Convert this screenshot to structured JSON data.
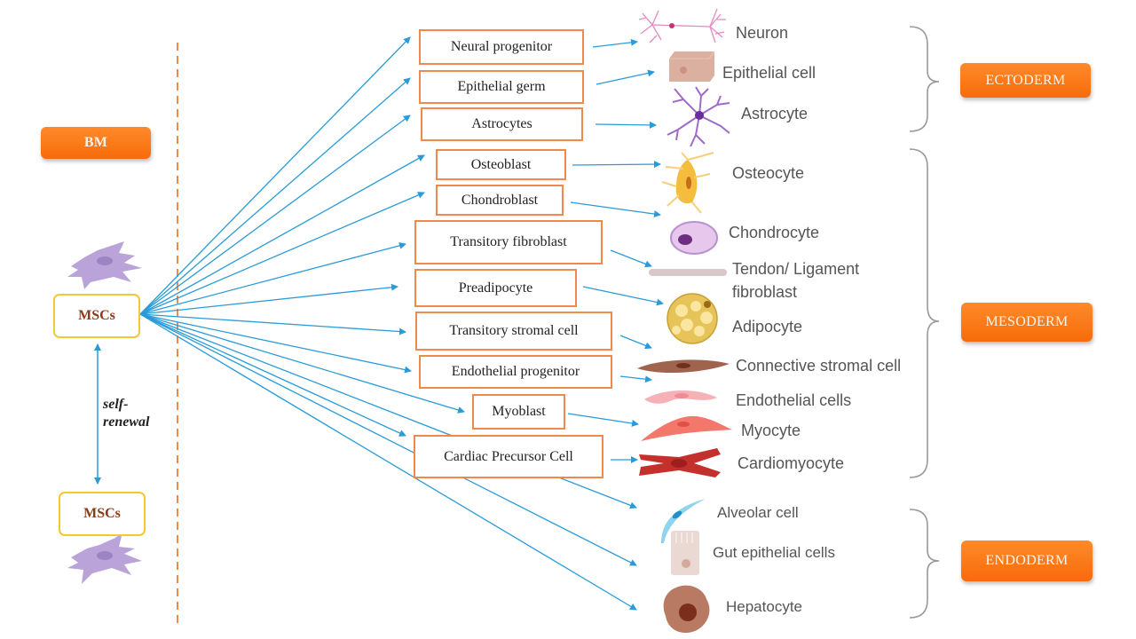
{
  "diagram": {
    "title": "MSC differentiation into germ layer lineages",
    "colors": {
      "arrow": "#2a9bd8",
      "badge": "#f97316",
      "progenitor_border": "#f08a4b",
      "msc_border": "#f2c933",
      "divider": "#f08a4b",
      "brace": "#999999"
    },
    "source_label": "BM",
    "msc_top_label": "MSCs",
    "msc_bottom_label": "MSCs",
    "self_renewal_line1": "self-",
    "self_renewal_line2": "renewal",
    "progenitors": [
      {
        "id": "neural-progenitor",
        "label": "Neural progenitor"
      },
      {
        "id": "epithelial-germ",
        "label": "Epithelial germ"
      },
      {
        "id": "astrocytes",
        "label": "Astrocytes"
      },
      {
        "id": "osteoblast",
        "label": "Osteoblast"
      },
      {
        "id": "chondroblast",
        "label": "Chondroblast"
      },
      {
        "id": "transitory-fibroblast",
        "label": "Transitory fibroblast"
      },
      {
        "id": "preadipocyte",
        "label": "Preadipocyte"
      },
      {
        "id": "transitory-stromal-cell",
        "label": "Transitory stromal cell"
      },
      {
        "id": "endothelial-progenitor",
        "label": "Endothelial progenitor"
      },
      {
        "id": "myoblast",
        "label": "Myoblast"
      },
      {
        "id": "cardiac-precursor-cell",
        "label": "Cardiac Precursor Cell"
      }
    ],
    "cells": [
      {
        "id": "neuron",
        "label": "Neuron",
        "icon": "neuron-icon",
        "layer": "ectoderm"
      },
      {
        "id": "epithelial-cell",
        "label": "Epithelial cell",
        "icon": "epithelial-cell-icon",
        "layer": "ectoderm"
      },
      {
        "id": "astrocyte",
        "label": "Astrocyte",
        "icon": "astrocyte-icon",
        "layer": "ectoderm"
      },
      {
        "id": "osteocyte",
        "label": "Osteocyte",
        "icon": "osteocyte-icon",
        "layer": "mesoderm"
      },
      {
        "id": "chondrocyte",
        "label": "Chondrocyte",
        "icon": "chondrocyte-icon",
        "layer": "mesoderm"
      },
      {
        "id": "tendon-ligament-fibroblast",
        "label": "Tendon/ Ligament",
        "label2": "fibroblast",
        "icon": "fibroblast-icon",
        "layer": "mesoderm"
      },
      {
        "id": "adipocyte",
        "label": "Adipocyte",
        "icon": "adipocyte-icon",
        "layer": "mesoderm"
      },
      {
        "id": "connective-stromal-cell",
        "label": "Connective stromal cell",
        "icon": "stromal-cell-icon",
        "layer": "mesoderm"
      },
      {
        "id": "endothelial-cells",
        "label": "Endothelial cells",
        "icon": "endothelial-cell-icon",
        "layer": "mesoderm"
      },
      {
        "id": "myocyte",
        "label": "Myocyte",
        "icon": "myocyte-icon",
        "layer": "mesoderm"
      },
      {
        "id": "cardiomyocyte",
        "label": "Cardiomyocyte",
        "icon": "cardiomyocyte-icon",
        "layer": "mesoderm"
      },
      {
        "id": "alveolar-cell",
        "label": "Alveolar cell",
        "icon": "alveolar-cell-icon",
        "layer": "endoderm"
      },
      {
        "id": "gut-epithelial-cells",
        "label": "Gut epithelial cells",
        "icon": "gut-epithelial-icon",
        "layer": "endoderm"
      },
      {
        "id": "hepatocyte",
        "label": "Hepatocyte",
        "icon": "hepatocyte-icon",
        "layer": "endoderm"
      }
    ],
    "germ_layers": [
      {
        "id": "ectoderm",
        "label": "ECTODERM"
      },
      {
        "id": "mesoderm",
        "label": "MESODERM"
      },
      {
        "id": "endoderm",
        "label": "ENDODERM"
      }
    ]
  }
}
